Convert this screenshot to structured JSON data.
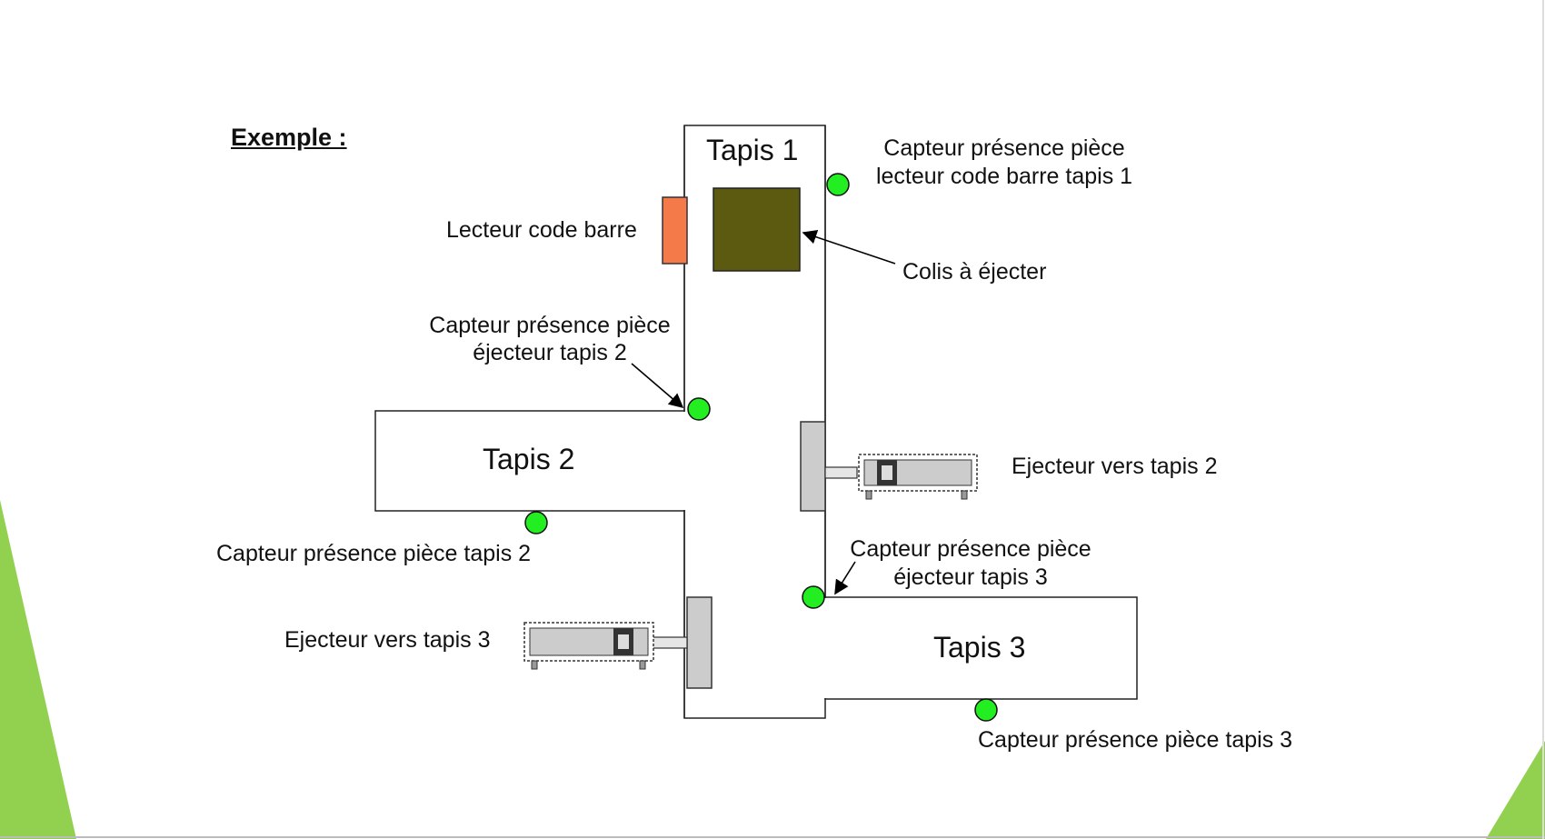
{
  "heading": "Exemple :",
  "conveyors": {
    "tapis1": "Tapis 1",
    "tapis2": "Tapis 2",
    "tapis3": "Tapis 3"
  },
  "labels": {
    "sensor_barcode_line1": "Capteur présence pièce",
    "sensor_barcode_line2": "lecteur code barre tapis 1",
    "barcode_reader": "Lecteur code barre",
    "package": "Colis à éjecter",
    "sensor_ejector2_line1": "Capteur présence pièce",
    "sensor_ejector2_line2": "éjecteur tapis 2",
    "ejector_to_tapis2": "Ejecteur vers tapis 2",
    "sensor_tapis2": "Capteur présence pièce  tapis 2",
    "sensor_ejector3_line1": "Capteur présence pièce",
    "sensor_ejector3_line2": "éjecteur tapis 3",
    "ejector_to_tapis3": "Ejecteur vers tapis 3",
    "sensor_tapis3": "Capteur présence pièce  tapis 3"
  },
  "colors": {
    "sensor": "#22ee22",
    "barcode_reader": "#f47a4a",
    "package": "#5c5a10",
    "ejector_plate": "#cccccc",
    "slide_accent": "#92d050"
  }
}
